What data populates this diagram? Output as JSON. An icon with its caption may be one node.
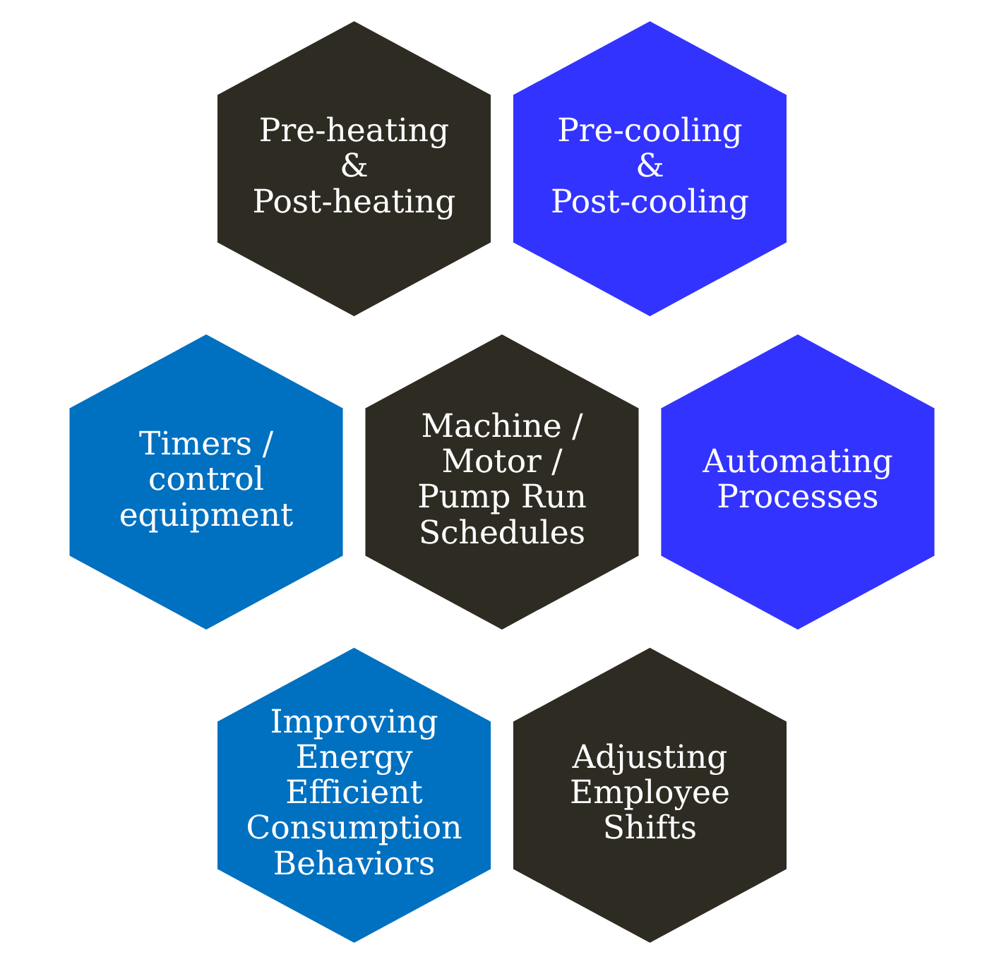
{
  "diagram": {
    "nodes": [
      {
        "text": [
          "Pre-heating & Post-heating"
        ]
      },
      {
        "text": [
          "Pre-cooling & Post-cooling"
        ]
      },
      {
        "text": [
          "Timers / control equipment"
        ]
      },
      {
        "text": [
          "Machine / Motor / Pump Run Schedules"
        ]
      },
      {
        "text": [
          "Automating Processes"
        ]
      },
      {
        "text": [
          "Improving Energy Efficient Consumption Behaviors"
        ]
      },
      {
        "text": [
          "Adjusting Employee Shifts"
        ]
      }
    ]
  }
}
